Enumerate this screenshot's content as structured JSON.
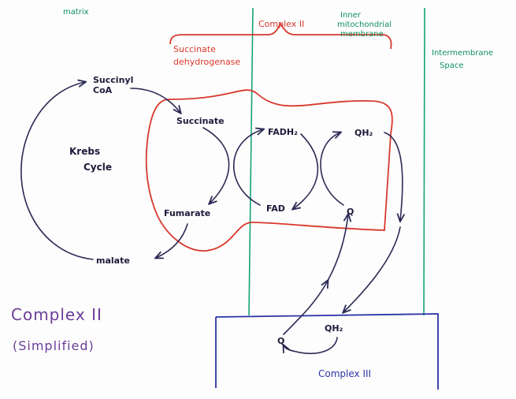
{
  "regions": {
    "matrix": "matrix",
    "complex_ii_header": "Complex II",
    "inner_membrane_line1": "Inner",
    "inner_membrane_line2": "mitochondrial",
    "inner_membrane_line3": "membrane",
    "intermembrane_line1": "Intermembrane",
    "intermembrane_line2": "Space",
    "complex_iii": "Complex III"
  },
  "enzyme": {
    "line1": "Succinate",
    "line2": "dehydrogenase"
  },
  "molecules": {
    "succinyl_coa_line1": "Succinyl",
    "succinyl_coa_line2": "CoA",
    "succinate": "Succinate",
    "fumarate": "Fumarate",
    "malate": "malate",
    "fadh2": "FADH₂",
    "fad": "FAD",
    "qh2_top": "QH₂",
    "q_top": "Q",
    "q_bottom": "Q",
    "qh2_bottom": "QH₂"
  },
  "cycle": {
    "line1": "Krebs",
    "line2": "Cycle"
  },
  "caption": {
    "line1": "Complex II",
    "line2": "(Simplified)"
  },
  "colors": {
    "complex_ii_outline": "#d8382c",
    "membrane": "#14a37a",
    "complex_iii_outline": "#2a34a4",
    "arrows": "#2c2a55",
    "caption": "#6a3d98"
  }
}
